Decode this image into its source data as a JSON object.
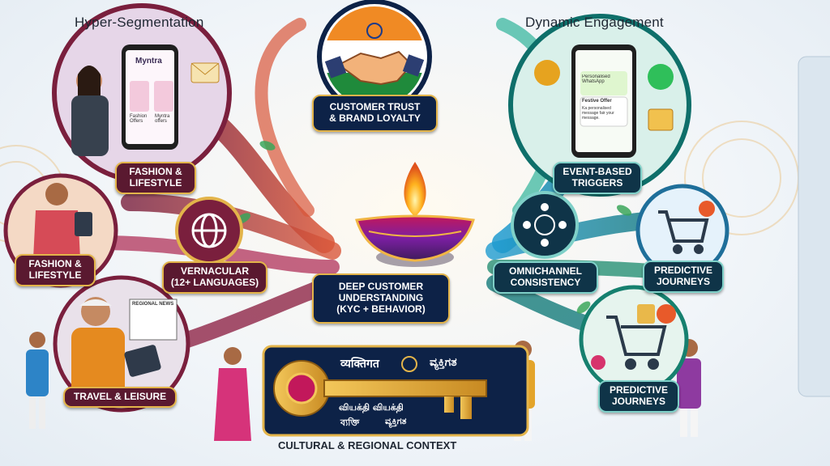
{
  "headings": {
    "left": "Hyper-Segmentation",
    "right": "Dynamic Engagement"
  },
  "center": {
    "trust_label": "Customer Trust\n& Brand Loyalty",
    "understanding_label": "Deep Customer\nUnderstanding\n(KYC + Behavior)",
    "context_label": "Cultural & Regional Context"
  },
  "left_nodes": {
    "fashion_lifestyle_1": "Fashion &\nLifestyle",
    "fashion_lifestyle_2": "Fashion &\nLifestyle",
    "vernacular": "Vernacular\n(12+ Languages)",
    "travel_leisure": "Travel & Leisure"
  },
  "right_nodes": {
    "event_triggers": "Event-Based\nTriggers",
    "omnichannel": "Omnichannel\nConsistency",
    "predictive_1": "Predictive\nJourneys",
    "predictive_2": "Predictive\nJourneys"
  },
  "phone_left": {
    "brand": "Myntra",
    "offer_1": "Fashion\nOffers",
    "offer_2": "Myntra\noffers"
  },
  "phone_right": {
    "header": "Personalised\nWhatsApp",
    "festive": "Festive Offer",
    "message": "Ka personalised\nmessage fair your\nmessage."
  },
  "regional_news": "Regional News",
  "key_scripts": {
    "hindi": "व्यक्तिगत",
    "kannada": "ವ್ಯಕ್ತಿಗತ",
    "tamil": "வியக்தி வியக்தி",
    "bengali": "ব্যক্তি",
    "kannada_2": "ವ್ಯಕ್ತಿಗತ"
  },
  "colors": {
    "navy": "#0d2247",
    "maroon": "#5a1930",
    "teal": "#0f3448",
    "gold": "#e3b44a",
    "green": "#2f9e5a"
  }
}
